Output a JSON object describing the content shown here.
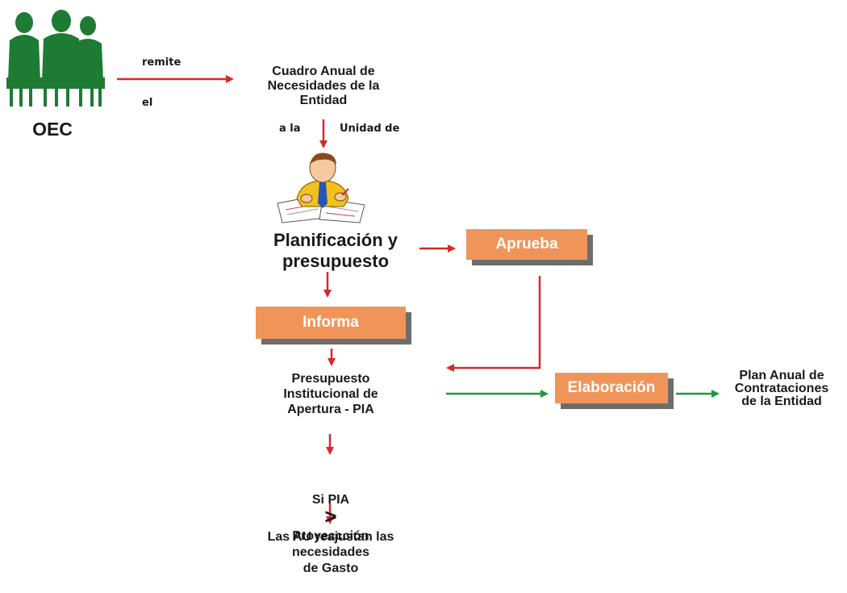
{
  "oec": {
    "label": "OEC"
  },
  "connectors": {
    "remite": "remite",
    "el": "el",
    "a_la": "a la",
    "unidad_de": "Unidad de"
  },
  "cuadro": {
    "text": "Cuadro Anual de\nNecesidades de la\nEntidad"
  },
  "planificacion": {
    "text": "Planificación y\npresupuesto"
  },
  "boxes": {
    "aprueba": "Aprueba",
    "informa": "Informa",
    "elaboracion": "Elaboración"
  },
  "pia": {
    "text": "Presupuesto\nInstitucional de\nApertura - PIA"
  },
  "plan": {
    "text": "Plan Anual de\nContrataciones\nde la Entidad"
  },
  "condicion": {
    "left": "Si PIA",
    "symbol": ">",
    "right": "Proyeccción",
    "line2": "de Gasto"
  },
  "reajuste": {
    "text": "Las AU reajustan las\nnecesidades"
  },
  "colors": {
    "red": "#d22a2a",
    "green": "#1f9a3c",
    "box": "#f0955a",
    "shadow": "#6d6d6d",
    "committee": "#1e7b34"
  }
}
